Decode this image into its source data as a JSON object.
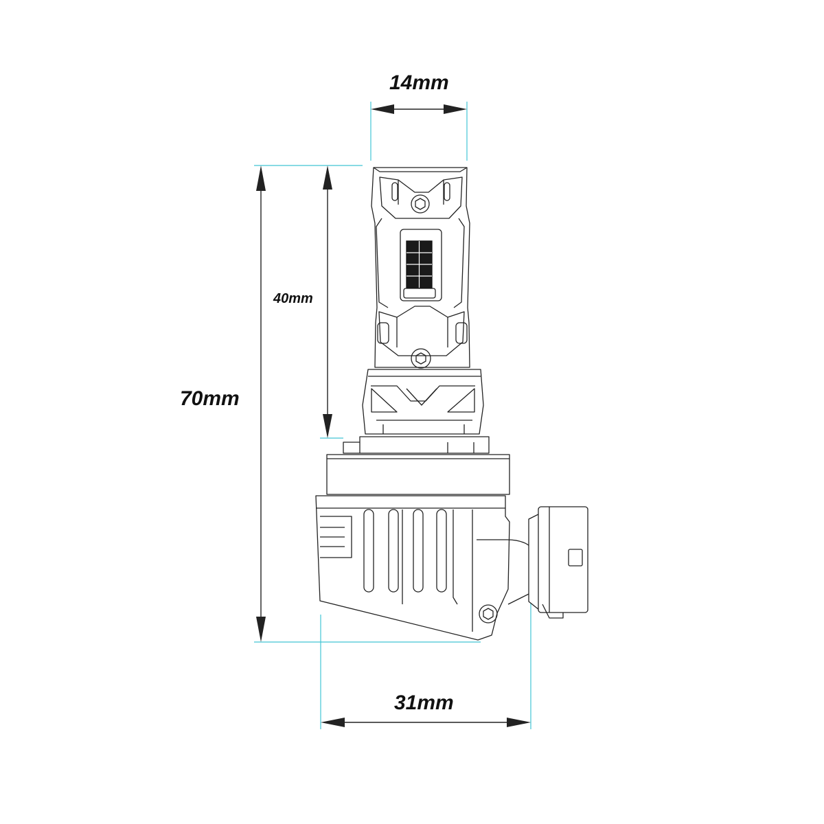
{
  "colors": {
    "extension_line": "#41c4d4",
    "dimension_line": "#222222",
    "outline": "#222222"
  },
  "dimensions": {
    "top_width": "14mm",
    "led_height": "40mm",
    "total_height": "70mm",
    "bottom_width": "31mm"
  }
}
